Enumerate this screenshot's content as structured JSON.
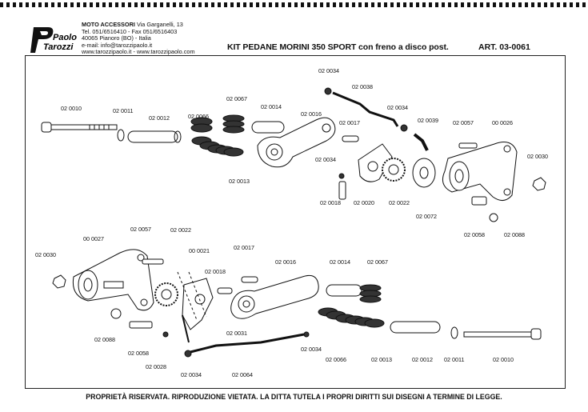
{
  "company": {
    "brand_line1": "Paolo",
    "brand_line2": "Tarozzi",
    "name": "MOTO ACCESSORI",
    "address": "Via Garganelli, 13",
    "phone": "Tel. 051/6516410 - Fax 051/6516403",
    "city": "40065 Pianoro (BO) - Italia",
    "email": "e-mail: info@tarozzipaolo.it",
    "web": "www.tarozzipaolo.it - www.tarozzipaolo.com"
  },
  "document": {
    "title": "KIT PEDANE MORINI 350 SPORT con freno a disco post.",
    "article": "ART. 03-0061",
    "footer": "PROPRIETÀ RISERVATA. RIPRODUZIONE VIETATA. LA DITTA TUTELA I PROPRI DIRITTI SUI DISEGNI A TERMINE DI LEGGE."
  },
  "parts": [
    {
      "id": "p1",
      "code": "02 0034"
    },
    {
      "id": "p2",
      "code": "02 0038"
    },
    {
      "id": "p3",
      "code": "02 0010"
    },
    {
      "id": "p4",
      "code": "02 0011"
    },
    {
      "id": "p5",
      "code": "02 0012"
    },
    {
      "id": "p6",
      "code": "02 0067"
    },
    {
      "id": "p7",
      "code": "02 0066"
    },
    {
      "id": "p8",
      "code": "02 0014"
    },
    {
      "id": "p9",
      "code": "02 0016"
    },
    {
      "id": "p10",
      "code": "02 0017"
    },
    {
      "id": "p11",
      "code": "02 0034"
    },
    {
      "id": "p12",
      "code": "02 0039"
    },
    {
      "id": "p13",
      "code": "02 0057"
    },
    {
      "id": "p14",
      "code": "00 0026"
    },
    {
      "id": "p15",
      "code": "02 0013"
    },
    {
      "id": "p16",
      "code": "02 0034"
    },
    {
      "id": "p17",
      "code": "02 0030"
    },
    {
      "id": "p18",
      "code": "02 0018"
    },
    {
      "id": "p19",
      "code": "02 0020"
    },
    {
      "id": "p20",
      "code": "02 0022"
    },
    {
      "id": "p21",
      "code": "02 0072"
    },
    {
      "id": "p22",
      "code": "02 0058"
    },
    {
      "id": "p23",
      "code": "02 0088"
    },
    {
      "id": "p24",
      "code": "00 0027"
    },
    {
      "id": "p25",
      "code": "02 0057"
    },
    {
      "id": "p26",
      "code": "02 0022"
    },
    {
      "id": "p27",
      "code": "02 0030"
    },
    {
      "id": "p28",
      "code": "00 0021"
    },
    {
      "id": "p29",
      "code": "02 0017"
    },
    {
      "id": "p30",
      "code": "02 0016"
    },
    {
      "id": "p31",
      "code": "02 0014"
    },
    {
      "id": "p32",
      "code": "02 0067"
    },
    {
      "id": "p33",
      "code": "02 0018"
    },
    {
      "id": "p34",
      "code": "02 0088"
    },
    {
      "id": "p35",
      "code": "02 0031"
    },
    {
      "id": "p36",
      "code": "02 0034"
    },
    {
      "id": "p37",
      "code": "02 0058"
    },
    {
      "id": "p38",
      "code": "02 0028"
    },
    {
      "id": "p39",
      "code": "02 0066"
    },
    {
      "id": "p40",
      "code": "02 0013"
    },
    {
      "id": "p41",
      "code": "02 0012"
    },
    {
      "id": "p42",
      "code": "02 0011"
    },
    {
      "id": "p43",
      "code": "02 0010"
    },
    {
      "id": "p44",
      "code": "02 0034"
    },
    {
      "id": "p45",
      "code": "02 0064"
    }
  ]
}
